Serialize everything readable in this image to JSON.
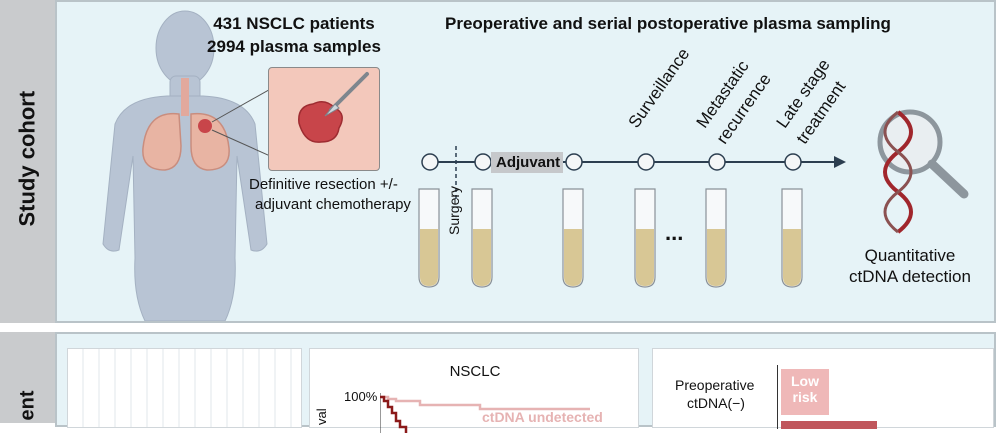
{
  "top": {
    "side_label": "Study cohort",
    "patients": "431 NSCLC patients",
    "samples": "2994 plasma samples",
    "sampling_title": "Preoperative and serial postoperative plasma sampling",
    "resection_line1": "Definitive resection +/-",
    "resection_line2": "adjuvant chemotherapy",
    "surgery": "Surgery",
    "adjuvant": "Adjuvant",
    "surveillance": "Surveillance",
    "metastatic_line1": "Metastatic",
    "metastatic_line2": "recurrence",
    "late_line1": "Late stage",
    "late_line2": "treatment",
    "ellipsis": "...",
    "detection_line1": "Quantitative",
    "detection_line2": "ctDNA detection"
  },
  "bottom": {
    "side_label": "ent",
    "chart_title": "NSCLC",
    "y_tick": "100%",
    "y_label_fragment": "val",
    "series_label": "ctDNA undetected",
    "preop_line1": "Preoperative",
    "preop_line2": "ctDNA(−)",
    "low_line1": "Low",
    "low_line2": "risk"
  },
  "colors": {
    "panel_bg": "#e6f3f7",
    "side_tab": "#c9cbcd",
    "tube_fluid": "#d8c795",
    "timeline": "#2c3e50",
    "curve_light": "#e6b3b3",
    "curve_dark": "#8b1a1a",
    "low_risk": "#efb8b8"
  }
}
